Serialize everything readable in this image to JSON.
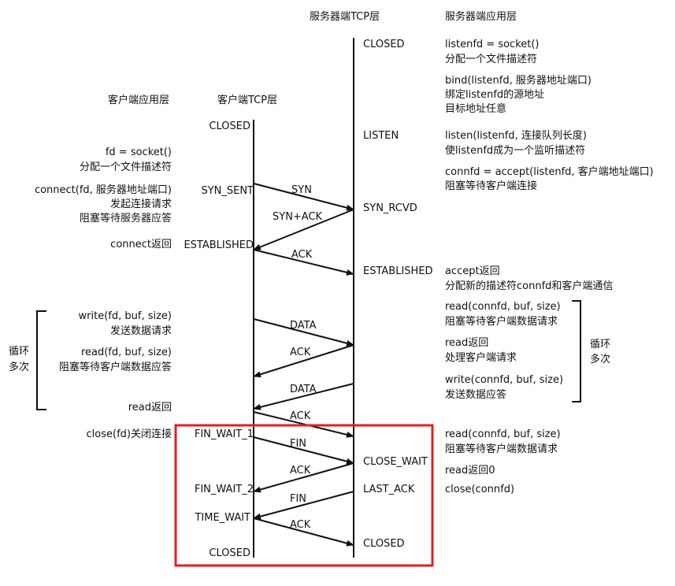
{
  "headers": {
    "server_tcp": "服务器端TCP层",
    "server_app": "服务器端应用层",
    "client_app": "客户端应用层",
    "client_tcp": "客户端TCP层"
  },
  "server_states": {
    "closed_top": "CLOSED",
    "listen": "LISTEN",
    "syn_rcvd": "SYN_RCVD",
    "established": "ESTABLISHED",
    "close_wait": "CLOSE_WAIT",
    "last_ack": "LAST_ACK",
    "closed_bottom": "CLOSED"
  },
  "client_states": {
    "closed_top": "CLOSED",
    "syn_sent": "SYN_SENT",
    "established": "ESTABLISHED",
    "fin_wait_1": "FIN_WAIT_1",
    "fin_wait_2": "FIN_WAIT_2",
    "time_wait": "TIME_WAIT",
    "closed_bottom": "CLOSED"
  },
  "server_app_notes": {
    "socket_1": "listenfd = socket()",
    "socket_2": "分配一个文件描述符",
    "bind_1": "bind(listenfd, 服务器地址端口)",
    "bind_2": "绑定listenfd的源地址",
    "bind_3": "目标地址任意",
    "listen_1": "listen(listenfd, 连接队列长度)",
    "listen_2": "使listenfd成为一个监听描述符",
    "accept_1": "connfd = accept(listenfd, 客户端地址端口)",
    "accept_2": "阻塞等待客户端连接",
    "accept_ret_1": "accept返回",
    "accept_ret_2": "分配新的描述符connfd和客户端通信",
    "read_1": "read(connfd, buf, size)",
    "read_2": "阻塞等待客户端数据请求",
    "read_ret_1": "read返回",
    "read_ret_2": "处理客户端请求",
    "write_1": "write(connfd, buf, size)",
    "write_2": "发送数据应答",
    "loop_1": "循环",
    "loop_2": "多次",
    "close_read_1": "read(connfd, buf, size)",
    "close_read_2": "阻塞等待客户端数据请求",
    "read_zero": "read返回0",
    "close": "close(connfd)"
  },
  "client_app_notes": {
    "socket_1": "fd = socket()",
    "socket_2": "分配一个文件描述符",
    "connect_1": "connect(fd, 服务器地址端口)",
    "connect_2": "发起连接请求",
    "connect_3": "阻塞等待服务器应答",
    "connect_ret": "connect返回",
    "write_1": "write(fd, buf, size)",
    "write_2": "发送数据请求",
    "read_1": "read(fd, buf, size)",
    "read_2": "阻塞等待客户端数据应答",
    "read_ret": "read返回",
    "loop_1": "循环",
    "loop_2": "多次",
    "close": "close(fd)关闭连接"
  },
  "messages": {
    "syn": "SYN",
    "syn_ack": "SYN+ACK",
    "ack_1": "ACK",
    "data_1": "DATA",
    "ack_2": "ACK",
    "data_2": "DATA",
    "ack_3": "ACK",
    "fin_1": "FIN",
    "ack_4": "ACK",
    "fin_2": "FIN",
    "ack_5": "ACK"
  },
  "colors": {
    "line": "#111111",
    "highlight": "#e02020"
  }
}
